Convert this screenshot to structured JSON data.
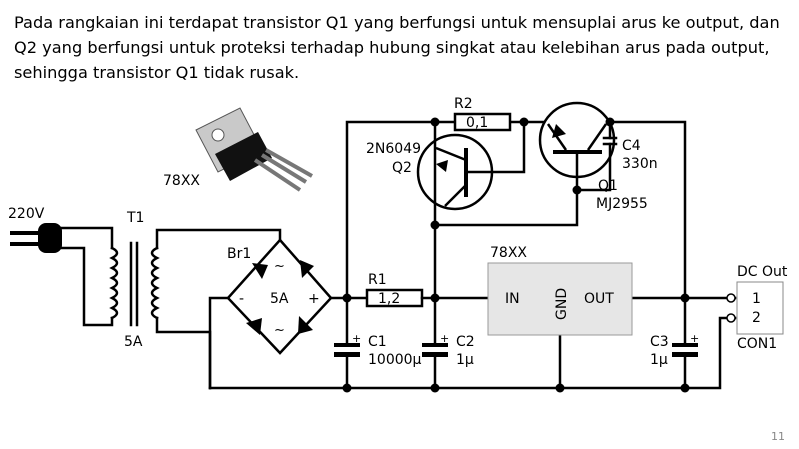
{
  "paragraph": {
    "line1": "Pada rangkaian ini terdapat transistor Q1 yang berfungsi untuk mensuplai arus ke output, dan",
    "line2": "Q2 yang berfungsi untuk proteksi terhadap hubung singkat atau kelebihan arus pada output,",
    "line3": "sehingga transistor Q1 tidak rusak."
  },
  "labels": {
    "input_voltage": "220V",
    "transformer": "T1",
    "transformer_current": "5A",
    "bridge": "Br1",
    "bridge_current": "5A",
    "bridge_minus": "-",
    "bridge_plus": "+",
    "bridge_ac1": "~",
    "bridge_ac2": "~",
    "r1_name": "R1",
    "r1_value": "1,2",
    "r2_name": "R2",
    "r2_value": "0,1",
    "q2_part": "2N6049",
    "q2_name": "Q2",
    "q1_name": "Q1",
    "q1_part": "MJ2955",
    "c4_name": "C4",
    "c4_value": "330n",
    "c1_name": "C1",
    "c1_value": "10000µ",
    "c2_name": "C2",
    "c2_value": "1µ",
    "c3_name": "C3",
    "c3_value": "1µ",
    "reg_name": "78XX",
    "reg_in": "IN",
    "reg_gnd": "GND",
    "reg_out": "OUT",
    "package_label": "78XX",
    "out_title": "DC Out",
    "pin1": "1",
    "pin2": "2",
    "connector": "CON1",
    "plus": "+"
  },
  "page_number": "11"
}
